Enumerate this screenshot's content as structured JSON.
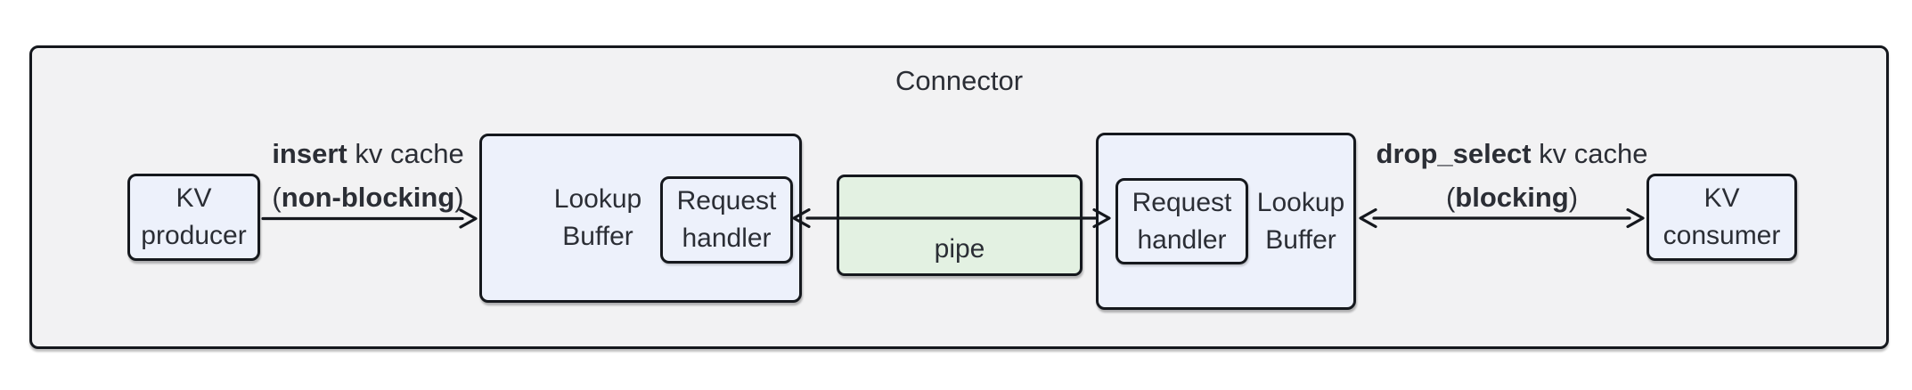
{
  "title": "Connector",
  "colors": {
    "outer_fill": "#f2f2f3",
    "node_fill": "#edf1fb",
    "pipe_fill": "#e3f1e2",
    "border": "#15181d",
    "text": "#2b2e35"
  },
  "nodes": {
    "kv_producer": {
      "line1": "KV",
      "line2": "producer"
    },
    "lookup_buffer_left": {
      "line1": "Lookup",
      "line2": "Buffer"
    },
    "request_handler_left": {
      "line1": "Request",
      "line2": "handler"
    },
    "pipe": {
      "label": "pipe"
    },
    "request_handler_right": {
      "line1": "Request",
      "line2": "handler"
    },
    "lookup_buffer_right": {
      "line1": "Lookup",
      "line2": "Buffer"
    },
    "kv_consumer": {
      "line1": "KV",
      "line2": "consumer"
    }
  },
  "edges": {
    "insert": {
      "op": "insert",
      "rest": " kv cache",
      "paren_open": "(",
      "mode": "non-blocking",
      "paren_close": ")"
    },
    "drop_select": {
      "op": "drop_select",
      "rest": " kv cache",
      "paren_open": "(",
      "mode": "blocking",
      "paren_close": ")"
    }
  }
}
